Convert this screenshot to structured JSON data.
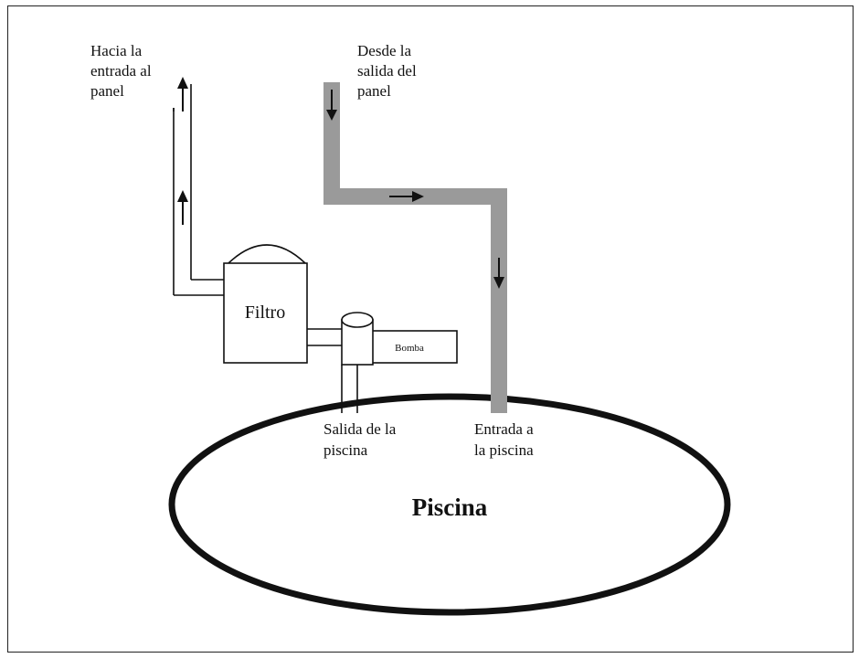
{
  "labels": {
    "to_panel": [
      "Hacia la",
      "entrada al",
      "panel"
    ],
    "from_panel": [
      "Desde la",
      "salida del",
      "panel"
    ],
    "filter": "Filtro",
    "pump": "Bomba",
    "pool_outlet": [
      "Salida de la",
      "piscina"
    ],
    "pool_inlet": [
      "Entrada a",
      "la piscina"
    ],
    "pool": "Piscina"
  },
  "colors": {
    "line": "#111111",
    "hot_pipe": "#9a9a9a",
    "background": "#ffffff"
  }
}
